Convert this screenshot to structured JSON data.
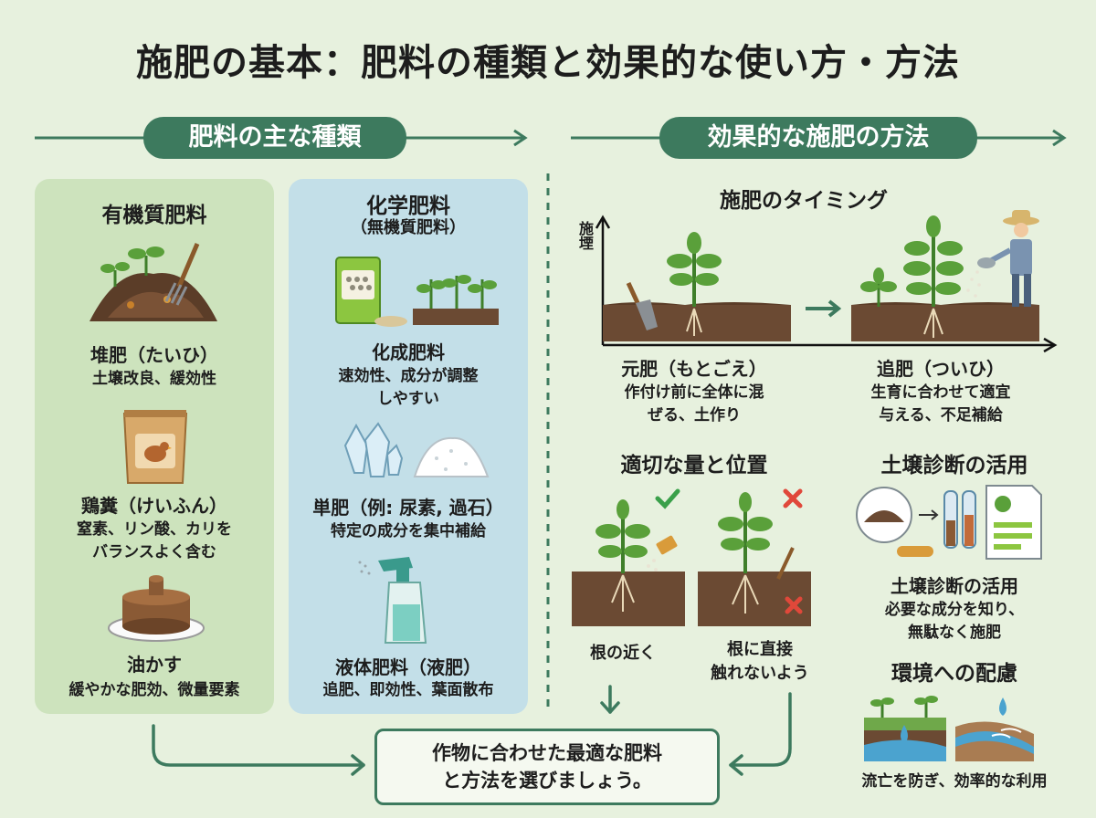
{
  "title": "施肥の基本：肥料の種類と効果的な使い方・方法",
  "left_header": "肥料の主な種類",
  "right_header": "効果的な施肥の方法",
  "organic": {
    "heading": "有機質肥料",
    "compost": {
      "name": "堆肥（たいひ）",
      "desc": "土壌改良、緩効性"
    },
    "manure": {
      "name": "鶏糞（けいふん）",
      "desc1": "窒素、リン酸、カリを",
      "desc2": "バランスよく含む"
    },
    "oilcake": {
      "name": "油かす",
      "desc": "緩やかな肥効、微量要素"
    }
  },
  "chemical": {
    "heading1": "化学肥料",
    "heading2": "（無機質肥料）",
    "compound": {
      "name": "化成肥料",
      "desc1": "速効性、成分が調整",
      "desc2": "しやすい"
    },
    "single": {
      "name": "単肥（例: 尿素, 過石）",
      "desc": "特定の成分を集中補給"
    },
    "liquid": {
      "name": "液体肥料（液肥）",
      "desc": "追肥、即効性、葉面散布"
    }
  },
  "timing": {
    "heading": "施肥のタイミング",
    "axis_label": "施堙",
    "base": {
      "name": "元肥（もとごえ）",
      "desc1": "作付け前に全体に混",
      "desc2": "ぜる、土作り"
    },
    "top": {
      "name": "追肥（ついひ）",
      "desc1": "生育に合わせて適宜",
      "desc2": "与える、不足補給"
    }
  },
  "placement": {
    "heading": "適切な量と位置",
    "good": "根の近く",
    "bad1": "根に直接",
    "bad2": "触れないよう"
  },
  "soil": {
    "heading": "土壌診断の活用",
    "name": "土壌診断の活用",
    "desc1": "必要な成分を知り、",
    "desc2": "無駄なく施肥"
  },
  "environment": {
    "heading": "環境への配慮",
    "desc": "流亡を防ぎ、効率的な利用"
  },
  "conclusion": {
    "line1": "作物に合わせた最適な肥料",
    "line2": "と方法を選びましょう。"
  },
  "colors": {
    "background": "#e7f1de",
    "accent": "#3d7a5e",
    "organic_panel": "#cde3bd",
    "chemical_panel": "#c3dfe8",
    "soil": "#6b4a33",
    "leaf": "#5aa03a"
  }
}
